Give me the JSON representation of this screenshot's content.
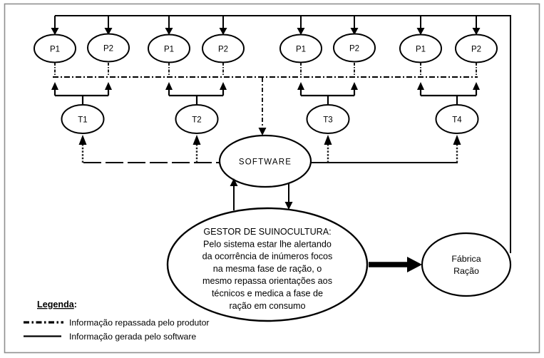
{
  "diagram": {
    "producers": {
      "labels": [
        "P1",
        "P2",
        "P1",
        "P2",
        "P1",
        "P2",
        "P1",
        "P2"
      ]
    },
    "technicians": {
      "labels": [
        "T1",
        "T2",
        "T3",
        "T4"
      ]
    },
    "software": {
      "label": "SOFTWARE"
    },
    "gestor": {
      "lines": [
        "GESTOR DE SUINOCULTURA:",
        "Pelo sistema estar lhe alertando",
        "da ocorrência de inúmeros focos",
        "na mesma fase de ração, o",
        "mesmo repassa orientações aos",
        "técnicos e medica a fase de",
        "ração em consumo"
      ]
    },
    "fabrica": {
      "lines": [
        "Fábrica",
        "Ração"
      ]
    },
    "legend": {
      "title": "Legenda",
      "colon": ":",
      "items": [
        {
          "style": "dash-dot",
          "label": "Informação repassada pelo produtor"
        },
        {
          "style": "solid",
          "label": "Informação gerada pelo software"
        }
      ]
    },
    "colors": {
      "line": "#000000",
      "frame": "#8f8f8f",
      "background": "#ffffff"
    }
  }
}
